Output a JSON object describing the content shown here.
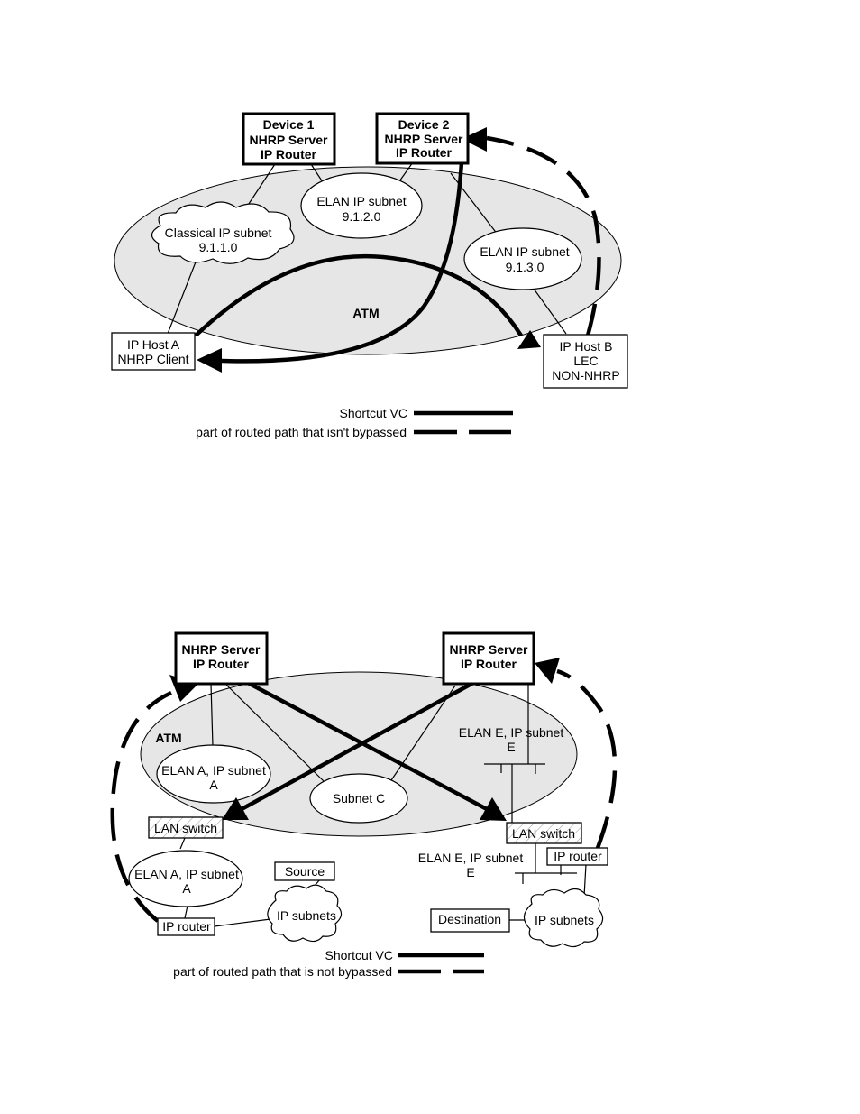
{
  "diagram1": {
    "device1": [
      "Device 1",
      "NHRP Server",
      "IP Router"
    ],
    "device2": [
      "Device 2",
      "NHRP Server",
      "IP Router"
    ],
    "elan_912": [
      "ELAN IP subnet",
      "9.1.2.0"
    ],
    "classical": [
      "Classical IP subnet",
      "9.1.1.0"
    ],
    "elan_913": [
      "ELAN IP subnet",
      "9.1.3.0"
    ],
    "atm": "ATM",
    "host_a": [
      "IP Host A",
      "NHRP Client"
    ],
    "host_b": [
      "IP Host B",
      "LEC",
      "NON-NHRP"
    ],
    "legend_shortcut": "Shortcut VC",
    "legend_routed": "part of routed path that isn't bypassed"
  },
  "diagram2": {
    "server_left": [
      "NHRP Server",
      "IP Router"
    ],
    "server_right": [
      "NHRP Server",
      "IP Router"
    ],
    "atm": "ATM",
    "elan_a_atm": [
      "ELAN A, IP subnet",
      "A"
    ],
    "subnet_c": "Subnet C",
    "elan_e_atm": [
      "ELAN E, IP subnet",
      "E"
    ],
    "lan_switch_left": "LAN switch",
    "lan_switch_right": "LAN switch",
    "elan_a_lan": [
      "ELAN A, IP subnet",
      "A"
    ],
    "elan_e_lan": [
      "ELAN E, IP subnet",
      "E"
    ],
    "ip_router_left": "IP router",
    "ip_router_right": "IP router",
    "source": "Source",
    "ip_subnets_left": "IP subnets",
    "ip_subnets_right": "IP subnets",
    "destination": "Destination",
    "legend_shortcut": "Shortcut VC",
    "legend_routed": "part of routed path that is not bypassed"
  }
}
